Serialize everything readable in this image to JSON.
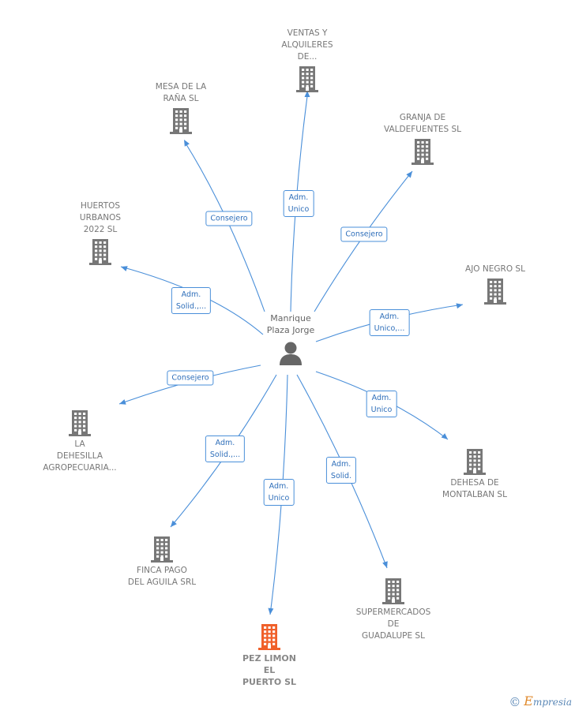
{
  "center": {
    "name": "Manrique\nPlaza Jorge",
    "icon": "person-icon"
  },
  "companies": [
    {
      "id": "ventas",
      "name": "VENTAS Y\nALQUILERES\nDE...",
      "role": "Adm.\nUnico",
      "highlighted": false
    },
    {
      "id": "mesa",
      "name": "MESA DE LA\nRAÑA SL",
      "role": "Consejero",
      "highlighted": false
    },
    {
      "id": "granja",
      "name": "GRANJA DE\nVALDEFUENTES SL",
      "role": "Consejero",
      "highlighted": false
    },
    {
      "id": "huertos",
      "name": "HUERTOS\nURBANOS\n2022  SL",
      "role": "Adm.\nSolid.,...",
      "highlighted": false
    },
    {
      "id": "ajo",
      "name": "AJO NEGRO SL",
      "role": "Adm.\nUnico,...",
      "highlighted": false
    },
    {
      "id": "dehesilla",
      "name": "LA\nDEHESILLA\nAGROPECUARIA...",
      "role": "Consejero",
      "highlighted": false
    },
    {
      "id": "montalban",
      "name": "DEHESA DE\nMONTALBAN SL",
      "role": "Adm.\nUnico",
      "highlighted": false
    },
    {
      "id": "finca",
      "name": "FINCA PAGO\nDEL AGUILA SRL",
      "role": "Adm.\nSolid.,...",
      "highlighted": false
    },
    {
      "id": "supermercados",
      "name": "SUPERMERCADOS\nDE\nGUADALUPE SL",
      "role": "Adm.\nSolid.",
      "highlighted": false
    },
    {
      "id": "pezlimon",
      "name": "PEZ LIMON\nEL\nPUERTO  SL",
      "role": "Adm.\nUnico",
      "highlighted": true
    }
  ],
  "colors": {
    "edge": "#4a8fd9",
    "building": "#777777",
    "building_highlight": "#f0602a",
    "person": "#666666"
  },
  "footer": {
    "copyright_symbol": "©",
    "brand_initial": "E",
    "brand_rest": "mpresia"
  }
}
